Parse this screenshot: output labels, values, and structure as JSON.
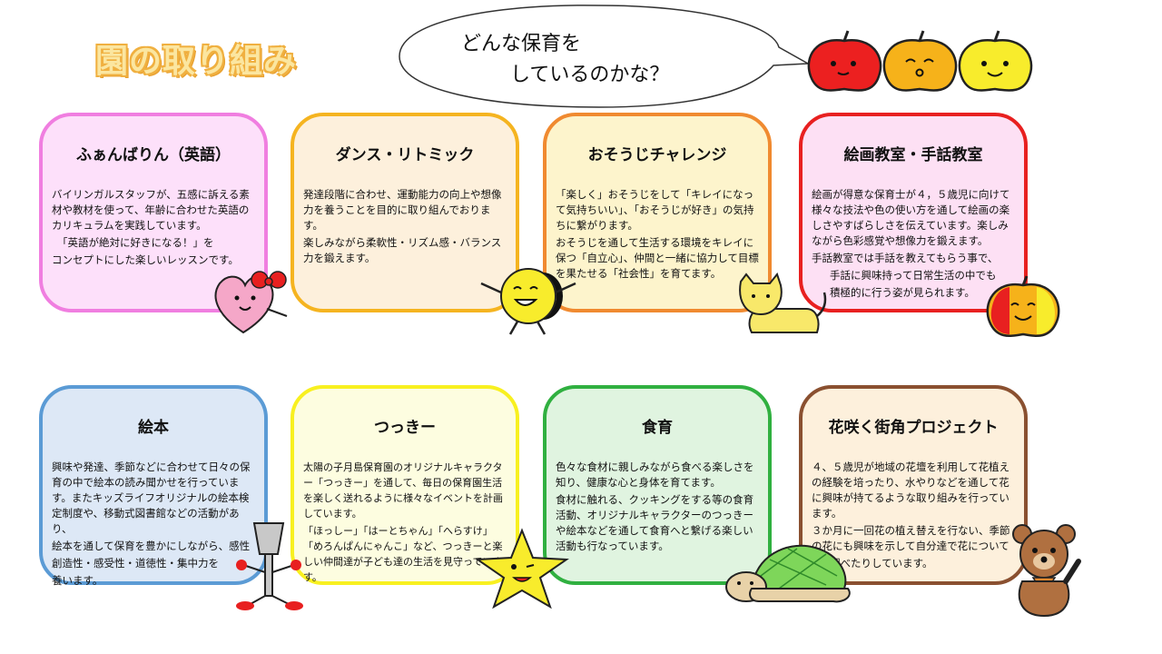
{
  "header": {
    "title": "園の取り組み",
    "bubble_line1": "どんな保育を",
    "bubble_line2": "しているのかな？"
  },
  "cards": [
    {
      "title": "ふぁんばりん（英語）",
      "paragraphs": [
        "バイリンガルスタッフが、五感に訴える素材や教材を使って、年齢に合わせた英語のカリキュラムを実践しています。",
        "「英語が絶対に好きになる！」を",
        "コンセプトにした楽しいレッスンです。"
      ],
      "colors": {
        "border": "#f07ee0",
        "fill": "#fde0fa"
      }
    },
    {
      "title": "ダンス・リトミック",
      "paragraphs": [
        "発達段階に合わせ、運動能力の向上や想像力を養うことを目的に取り組んでおります。",
        "楽しみながら柔軟性・リズム感・バランス力を鍛えます。"
      ],
      "colors": {
        "border": "#f5b420",
        "fill": "#fdf0dc"
      }
    },
    {
      "title": "おそうじチャレンジ",
      "paragraphs": [
        "「楽しく」おそうじをして「キレイになって気持ちいい」、「おそうじが好き」の気持ちに繋がります。",
        "おそうじを通して生活する環境をキレイに保つ「自立心」、仲間と一緒に協力して目標を果たせる「社会性」を育てます。"
      ],
      "colors": {
        "border": "#f08a30",
        "fill": "#fdf4cc"
      }
    },
    {
      "title": "絵画教室・手話教室",
      "paragraphs": [
        "絵画が得意な保育士が４，５歳児に向けて様々な技法や色の使い方を通して絵画の楽しさやすばらしさを伝えています。楽しみながら色彩感覚や想像力を鍛えます。",
        "手話教室では手話を教えてもらう事で、",
        "手話に興味持って日常生活の中でも",
        "積極的に行う姿が見られます。"
      ],
      "colors": {
        "border": "#e82020",
        "fill": "#fde0f4"
      }
    },
    {
      "title": "絵本",
      "paragraphs": [
        "興味や発達、季節などに合わせて日々の保育の中で絵本の読み聞かせを行っています。またキッズライフオリジナルの絵本検定制度や、移動式図書館などの活動があり、",
        "絵本を通して保育を豊かにしながら、感性",
        "創造性・感受性・道徳性・集中力を",
        "養います。"
      ],
      "colors": {
        "border": "#5b9bd5",
        "fill": "#dde8f6"
      }
    },
    {
      "title": "つっきー",
      "paragraphs": [
        "太陽の子月島保育園のオリジナルキャラクター「つっきー」を通して、毎日の保育園生活を楽しく送れるように様々なイベントを計画しています。",
        "「ほっしー」「はーとちゃん」「へらすけ」「めろんぱんにゃんこ」など、つっきーと楽しい仲間達が子ども達の生活を見守っています。"
      ],
      "colors": {
        "border": "#f8f020",
        "fill": "#fdfde0"
      }
    },
    {
      "title": "食育",
      "paragraphs": [
        "色々な食材に親しみながら食べる楽しさを知り、健康な心と身体を育てます。",
        "食材に触れる、クッキングをする等の食育活動、オリジナルキャラクターのつっきーや絵本などを通して食育へと繋げる楽しい活動も行なっています。"
      ],
      "colors": {
        "border": "#30b040",
        "fill": "#e0f4e0"
      }
    },
    {
      "title": "花咲く街角プロジェクト",
      "paragraphs": [
        "４、５歳児が地域の花壇を利用して花植えの経験を培ったり、水やりなどを通して花に興味が持てるような取り組みを行っています。",
        "３か月に一回花の植え替えを行ない、季節の花にも興味を示して自分達で花について",
        "調べたりしています。"
      ],
      "colors": {
        "border": "#8a5030",
        "fill": "#fdf0dc"
      }
    }
  ]
}
